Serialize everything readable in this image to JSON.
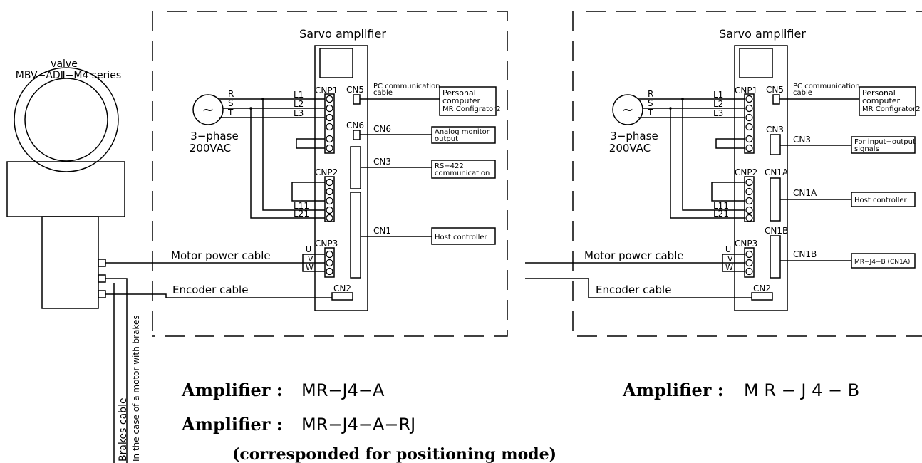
{
  "valve": {
    "title": "valve",
    "series": "MBV−ADⅡ−M4 series"
  },
  "cables": {
    "motor_power": "Motor power cable",
    "encoder": "Encoder cable",
    "brakes": "Brakes cable",
    "brakes_note": "In the case of a motor with brakes"
  },
  "amp_a": {
    "title": "Sarvo amplifier",
    "supply_phase": "3−phase",
    "supply_voltage": "200VAC",
    "phase_r": "R",
    "phase_s": "S",
    "phase_t": "T",
    "cnp1": "CNP1",
    "cnp2": "CNP2",
    "cnp3": "CNP3",
    "l1": "L1",
    "l2": "L2",
    "l3": "L3",
    "l11": "L11",
    "l21": "L21",
    "u": "U",
    "v": "V",
    "w": "W",
    "cn5": "CN5",
    "cn6": "CN6",
    "cn6_line": "CN6",
    "cn3_line": "CN3",
    "cn1_line": "CN1",
    "cn2": "CN2",
    "pc_comm_1": "PC communication",
    "pc_comm_2": "cable",
    "pc_box_1": "Personal",
    "pc_box_2": "computer",
    "pc_box_3": "MR Configrator2",
    "analog_1": "Analog monitor",
    "analog_2": "output",
    "rs_1": "RS−422",
    "rs_2": "communication",
    "host": "Host controller"
  },
  "amp_b": {
    "title": "Sarvo amplifier",
    "supply_phase": "3−phase",
    "supply_voltage": "200VAC",
    "phase_r": "R",
    "phase_s": "S",
    "phase_t": "T",
    "cnp1": "CNP1",
    "cnp2": "CNP2",
    "cnp3": "CNP3",
    "l1": "L1",
    "l2": "L2",
    "l3": "L3",
    "l11": "L11",
    "l21": "L21",
    "u": "U",
    "v": "V",
    "w": "W",
    "cn5": "CN5",
    "cn3": "CN3",
    "cn3_line": "CN3",
    "cn1a": "CN1A",
    "cn1a_line": "CN1A",
    "cn1b": "CN1B",
    "cn1b_line": "CN1B",
    "cn2": "CN2",
    "pc_comm_1": "PC communication",
    "pc_comm_2": "cable",
    "pc_box_1": "Personal",
    "pc_box_2": "computer",
    "pc_box_3": "MR Configrator2",
    "io_1": "For input−output",
    "io_2": "signals",
    "host": "Host controller",
    "j4b": "MR−J4−B (CN1A)",
    "motor_power": "Motor power cable",
    "encoder": "Encoder cable"
  },
  "captions": {
    "a_prefix": "Amplifier :",
    "a_model": "MR−J4−A",
    "a_rj_prefix": "Amplifier :",
    "a_rj_model": "MR−J4−A−RJ",
    "a_rj_note": "(corresponded for positioning mode)",
    "b_prefix": "Amplifier :",
    "b_model": "M R − J 4 − B"
  }
}
